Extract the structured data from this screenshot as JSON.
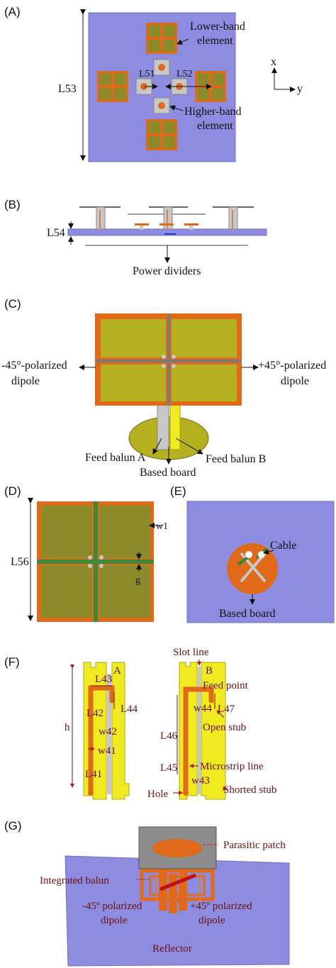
{
  "colors": {
    "substrate": "#8e8ce0",
    "copper": "#e06a1a",
    "pad": "#8c8a2a",
    "yellow": "#f0ea20",
    "grey": "#c8c8c8",
    "dark_label": "#6b1010",
    "red": "#c01010"
  },
  "panels": {
    "A": {
      "label": "(A)",
      "lower_band": [
        "Lower-band",
        "element"
      ],
      "higher_band": [
        "Higher-band",
        "element"
      ],
      "L51": "L51",
      "L52": "L52",
      "L53": "L53",
      "axis_x": "x",
      "axis_y": "y"
    },
    "B": {
      "label": "(B)",
      "L54": "L54",
      "power_dividers": "Power dividers"
    },
    "C": {
      "label": "(C)",
      "minus45": [
        "-45°-polarized",
        "dipole"
      ],
      "plus45": [
        "+45°-polarized",
        "dipole"
      ],
      "feed_a": "Feed balun A",
      "feed_b": "Feed balun B",
      "based_board": "Based board"
    },
    "D": {
      "label": "(D)",
      "L56": "L56",
      "w1": "w1",
      "g": "g"
    },
    "E": {
      "label": "(E)",
      "cable": "Cable",
      "based_board": "Based board"
    },
    "F": {
      "label": "(F)",
      "A": "A",
      "B": "B",
      "L43": "L43",
      "L42": "L42",
      "L44": "L44",
      "h": "h",
      "w42": "w42",
      "w41": "w41",
      "L41": "L41",
      "slot_line": "Slot line",
      "feed_point": "Feed point",
      "w44": "w44",
      "L47": "L47",
      "L46": "L46",
      "open_stub": "Open stub",
      "L45": "L45",
      "microstrip": "Microstrip line",
      "w43": "w43",
      "hole": "Hole",
      "shorted_stub": "Shorted stub"
    },
    "G": {
      "label": "(G)",
      "parasitic": "Parasitic patch",
      "integrated_balun": "Integrated balun",
      "minus45": [
        "-45º polarized",
        "dipole"
      ],
      "plus45": [
        "+45º polarized",
        "dipole"
      ],
      "reflector": "Reflector"
    }
  }
}
